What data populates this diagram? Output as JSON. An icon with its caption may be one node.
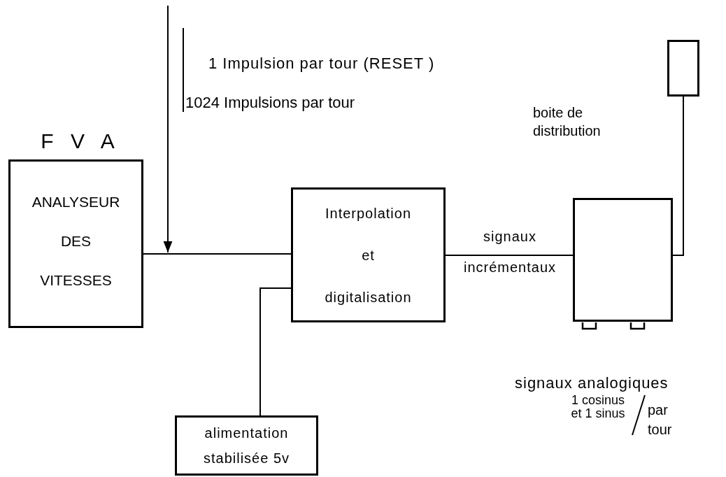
{
  "diagram": {
    "nodes": [
      {
        "text": [
          "F V A",
          "ANALYSEUR DES VITESSES"
        ]
      },
      {
        "text": [
          "Interpolation et digitalisation"
        ]
      },
      {
        "text": [
          "boite de distribution"
        ],
        "beside": [
          "signaux analogiques",
          "1 cosinus et 1 sinus",
          "par tour"
        ]
      },
      {
        "text": [],
        "shape": "box"
      },
      {
        "text": [
          "alimentation stabilisée 5v"
        ]
      }
    ],
    "edges": [
      {
        "from": 1,
        "to": 0,
        "arrow": "none"
      },
      {
        "from": null,
        "to": 0,
        "arrow": "to"
      },
      {
        "from": 1,
        "to": 2,
        "arrow": "none",
        "label": "signaux incrémentaux"
      },
      {
        "from": 2,
        "to": 3,
        "arrow": "none"
      },
      {
        "from": 4,
        "to": 1,
        "arrow": "none"
      }
    ],
    "labels": [
      "1 Impulsion par tour (RESET )",
      "1024 Impulsions par tour"
    ]
  }
}
